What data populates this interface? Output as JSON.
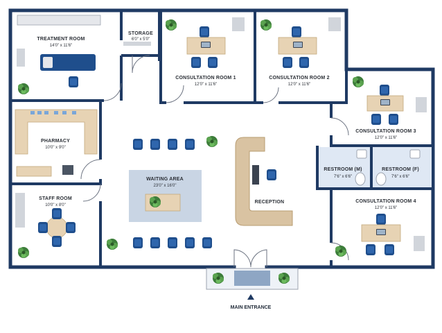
{
  "colors": {
    "wall": "#1f3a63",
    "floor": "#ffffff",
    "restroom_floor": "#dfe8f4",
    "rug": "#c9d5e4",
    "chair": "#1f4e8c",
    "desk": "#e7d3b4",
    "plant": "#3d7d3a",
    "reception_counter": "#d9c3a2"
  },
  "rooms": {
    "treatment": {
      "name": "TREATMENT ROOM",
      "dims": "14'0\" x 11'6\""
    },
    "storage": {
      "name": "STORAGE",
      "dims": "6'0\" x 5'0\""
    },
    "consult1": {
      "name": "CONSULTATION ROOM 1",
      "dims": "12'0\" x 11'6\""
    },
    "consult2": {
      "name": "CONSULTATION ROOM 2",
      "dims": "12'0\" x 11'6\""
    },
    "consult3": {
      "name": "CONSULTATION ROOM 3",
      "dims": "12'0\" x 11'6\""
    },
    "consult4": {
      "name": "CONSULTATION ROOM 4",
      "dims": "12'0\" x 11'6\""
    },
    "pharmacy": {
      "name": "PHARMACY",
      "dims": "10'0\" x 9'0\""
    },
    "staff": {
      "name": "STAFF ROOM",
      "dims": "10'0\" x 8'0\""
    },
    "waiting": {
      "name": "WAITING AREA",
      "dims": "23'0\" x 16'0\""
    },
    "reception": {
      "name": "RECEPTION",
      "dims": ""
    },
    "restroom_m": {
      "name": "RESTROOM (M)",
      "dims": "7'6\" x 6'6\""
    },
    "restroom_f": {
      "name": "RESTROOM (F)",
      "dims": "7'6\" x 6'6\""
    }
  },
  "entrance": {
    "label": "MAIN ENTRANCE",
    "icon": "arrow-up-icon"
  }
}
